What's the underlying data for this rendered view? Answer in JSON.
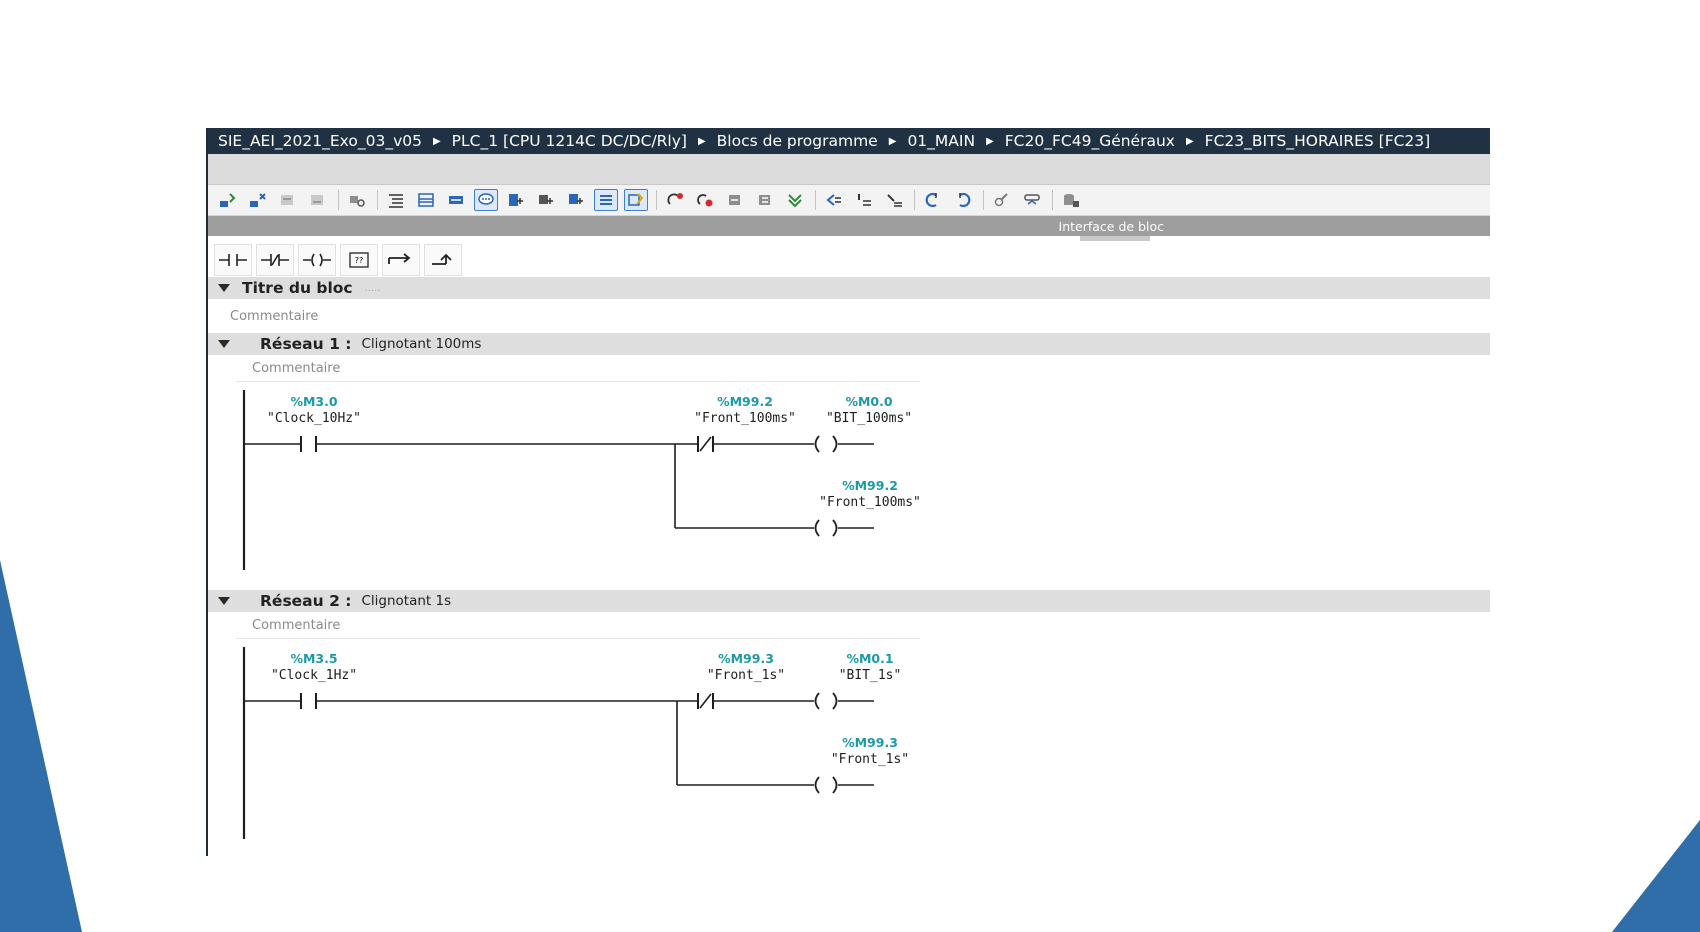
{
  "breadcrumb": [
    "SIE_AEI_2021_Exo_03_v05",
    "PLC_1 [CPU 1214C DC/DC/Rly]",
    "Blocs de programme",
    "01_MAIN",
    "FC20_FC49_Généraux",
    "FC23_BITS_HORAIRES [FC23]"
  ],
  "colors": {
    "breadcrumb_bg": "#1f3142",
    "operand_address": "#1c9aa8",
    "slide_accent": "#2f6ea8"
  },
  "toolbar": {
    "icons": [
      "insert-network-icon",
      "delete-network-icon",
      "insert-row-icon",
      "add-row-icon",
      "absolute-operands-icon",
      "show-networks-icon",
      "expand-networks-icon",
      "collapse-networks-icon",
      "network-comments-icon",
      "favorites-icon",
      "empty-box-icon",
      "ladder-view-icon",
      "list-view-icon",
      "properties-icon",
      "go-to-error-icon",
      "previous-error-icon",
      "next-error-icon",
      "compare-icon",
      "update-icon",
      "monitor-icon",
      "monitor-toggle-icon",
      "jump-previous-icon",
      "jump-next-icon",
      "reference-icon",
      "online-icon",
      "data-icon"
    ]
  },
  "interface_bar": {
    "label": "Interface de bloc"
  },
  "instructions": [
    "normally-open-contact-icon",
    "normally-closed-contact-icon",
    "coil-icon",
    "empty-box-icon",
    "open-branch-icon",
    "close-branch-icon"
  ],
  "block": {
    "title_label": "Titre du bloc",
    "title_dots": ".....",
    "comment": "Commentaire"
  },
  "networks": [
    {
      "label": "Réseau 1 :",
      "title": "Clignotant 100ms",
      "comment": "Commentaire",
      "contact_no": {
        "address": "%M3.0",
        "symbol": "\"Clock_10Hz\""
      },
      "contact_nc": {
        "address": "%M99.2",
        "symbol": "\"Front_100ms\""
      },
      "coil_1": {
        "address": "%M0.0",
        "symbol": "\"BIT_100ms\""
      },
      "coil_2": {
        "address": "%M99.2",
        "symbol": "\"Front_100ms\""
      }
    },
    {
      "label": "Réseau 2 :",
      "title": "Clignotant 1s",
      "comment": "Commentaire",
      "contact_no": {
        "address": "%M3.5",
        "symbol": "\"Clock_1Hz\""
      },
      "contact_nc": {
        "address": "%M99.3",
        "symbol": "\"Front_1s\""
      },
      "coil_1": {
        "address": "%M0.1",
        "symbol": "\"BIT_1s\""
      },
      "coil_2": {
        "address": "%M99.3",
        "symbol": "\"Front_1s\""
      }
    }
  ]
}
